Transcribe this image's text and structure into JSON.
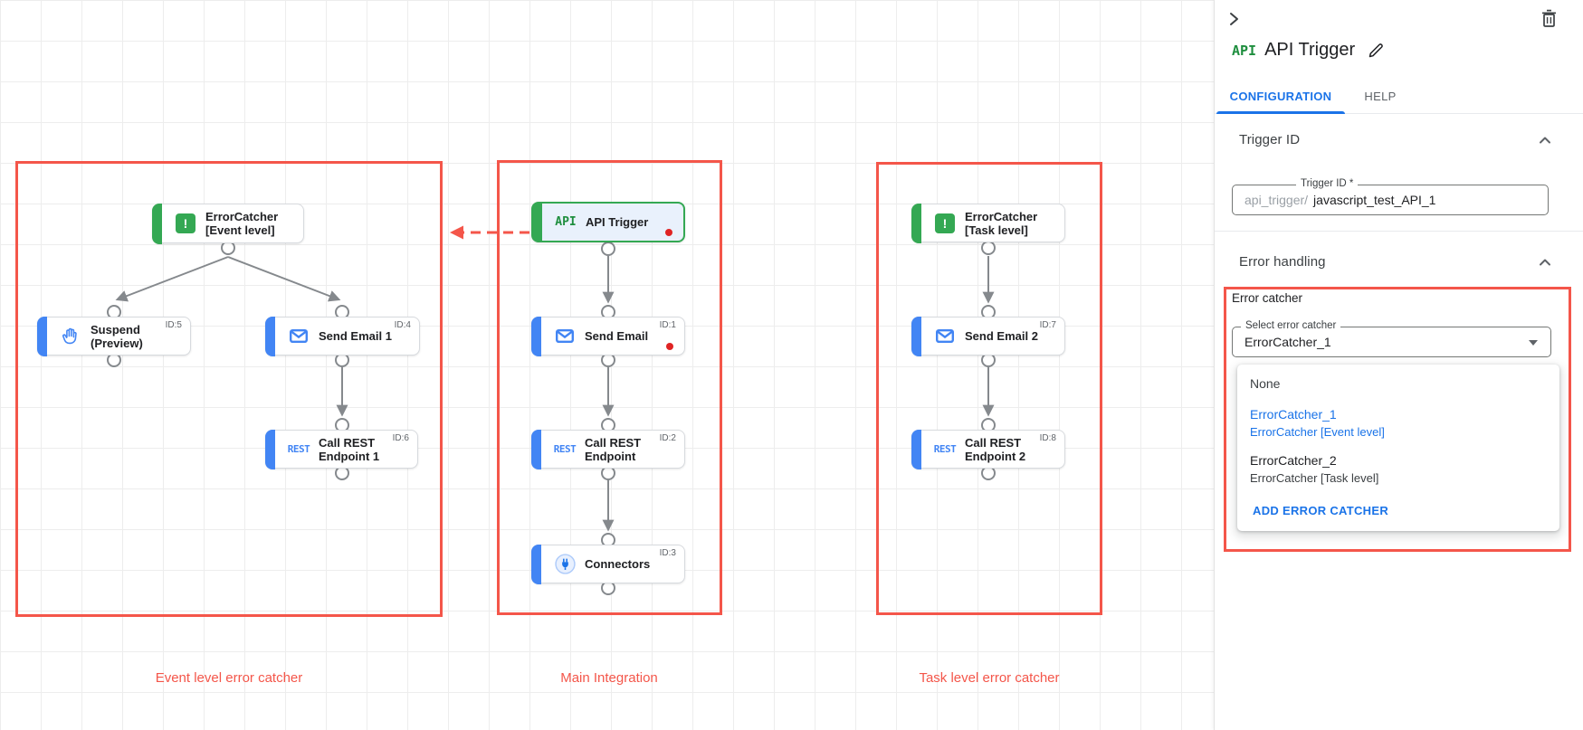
{
  "colors": {
    "highlight_red": "#f4564a",
    "node_accent_blue": "#4285f4",
    "node_accent_green": "#34a853",
    "link_blue": "#1a73e8",
    "alert_dot_red": "#e02424",
    "connector_gray": "#85898d"
  },
  "canvas": {
    "icons": {
      "api": "API",
      "rest": "REST",
      "error": "!"
    },
    "captions": {
      "left": "Event level error catcher",
      "middle": "Main Integration",
      "right": "Task level error catcher"
    },
    "nodes": {
      "ec_event": {
        "line1": "ErrorCatcher",
        "line2": "[Event level]"
      },
      "suspend": {
        "line1": "Suspend",
        "line2": "(Preview)",
        "id": "ID:5"
      },
      "send_email_1": {
        "line1": "Send Email 1",
        "line2": "",
        "id": "ID:4"
      },
      "call_rest_1": {
        "line1": "Call REST",
        "line2": "Endpoint 1",
        "id": "ID:6"
      },
      "api_trigger": {
        "line1": "API Trigger",
        "line2": ""
      },
      "send_email": {
        "line1": "Send Email",
        "line2": "",
        "id": "ID:1"
      },
      "call_rest": {
        "line1": "Call REST",
        "line2": "Endpoint",
        "id": "ID:2"
      },
      "connectors": {
        "line1": "Connectors",
        "line2": "",
        "id": "ID:3"
      },
      "ec_task": {
        "line1": "ErrorCatcher",
        "line2": "[Task level]"
      },
      "send_email_2": {
        "line1": "Send Email 2",
        "line2": "",
        "id": "ID:7"
      },
      "call_rest_2": {
        "line1": "Call REST",
        "line2": "Endpoint 2",
        "id": "ID:8"
      }
    }
  },
  "panel": {
    "badge": "API",
    "title": "API Trigger",
    "tabs": {
      "configuration": "CONFIGURATION",
      "help": "HELP"
    },
    "trigger_id": {
      "heading": "Trigger ID",
      "field_label": "Trigger ID *",
      "prefix": "api_trigger/",
      "value": "javascript_test_API_1"
    },
    "error_handling": {
      "heading": "Error handling",
      "group_label": "Error catcher",
      "select_label": "Select error catcher",
      "selected": "ErrorCatcher_1",
      "options": [
        {
          "name": "None",
          "desc": ""
        },
        {
          "name": "ErrorCatcher_1",
          "desc": "ErrorCatcher [Event level]"
        },
        {
          "name": "ErrorCatcher_2",
          "desc": "ErrorCatcher [Task level]"
        }
      ],
      "add_button": "ADD ERROR CATCHER"
    }
  }
}
